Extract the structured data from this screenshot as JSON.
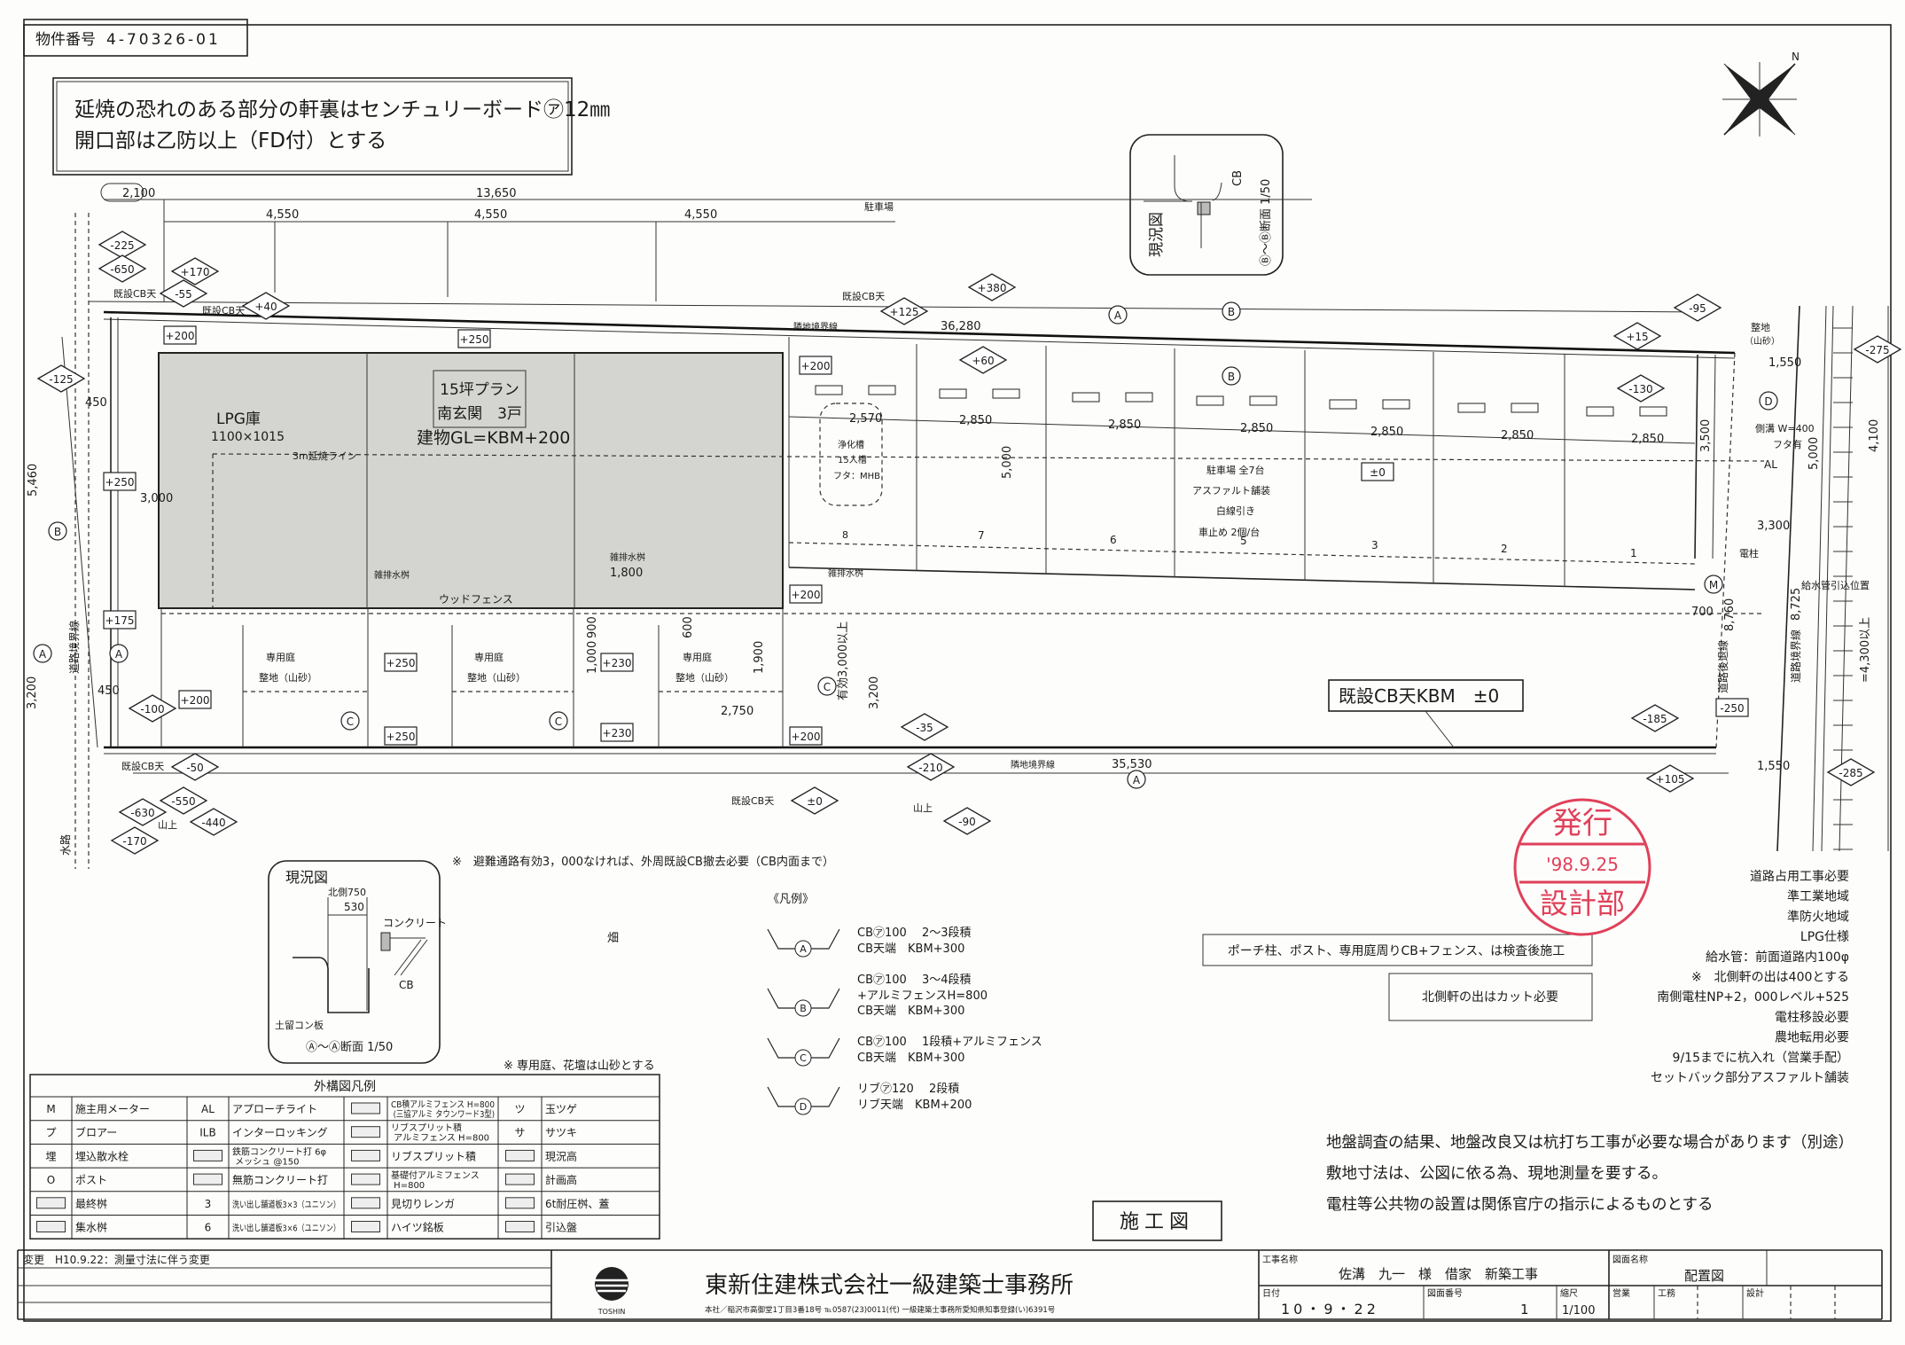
{
  "header": {
    "property_no_label": "物件番号",
    "property_no": "4-70326-01"
  },
  "notes_box": {
    "line1": "延焼の恐れのある部分の軒裏はセンチュリーボード㋐12㎜",
    "line2": "開口部は乙防以上（FD付）とする"
  },
  "compass": {
    "north": "N"
  },
  "section_bb": {
    "title": "現況図",
    "cb": "CB",
    "caption": "Ⓑ～Ⓑ断面 1/50"
  },
  "section_aa": {
    "title": "現況図",
    "width_top": "北側750",
    "width": "530",
    "concrete": "コンクリート",
    "cb": "CB",
    "retaining": "土留コン板",
    "caption": "Ⓐ～Ⓐ断面 1/50"
  },
  "plan": {
    "dims_h": [
      "2,100",
      "13,650",
      "4,550",
      "4,550",
      "4,550",
      "36,280",
      "35,530",
      "2,850",
      "2,850",
      "2,850",
      "2,850",
      "2,850",
      "2,850",
      "2,570",
      "3,000",
      "1,800",
      "2,750",
      "1,550",
      "1,550",
      "3,300",
      "700",
      "450",
      "450"
    ],
    "dims_v": [
      "5,460",
      "3,200",
      "5,000",
      "3,500",
      "5,000",
      "4,100",
      "8,760",
      "8,725",
      "=4,300以上",
      "有効3,000以上",
      "3,200",
      "1,900",
      "1,000",
      "900",
      "600"
    ],
    "levels_diamond": [
      "-225",
      "-650",
      "+170",
      "-55",
      "+40",
      "+380",
      "+125",
      "-95",
      "+15",
      "-275",
      "+60",
      "-130",
      "-125",
      "-100",
      "-35",
      "-185",
      "-50",
      "-210",
      "+105",
      "-285",
      "±0",
      "-90",
      "-550",
      "-630",
      "-440",
      "-170"
    ],
    "levels_boxed": [
      "+200",
      "+250",
      "+200",
      "+250",
      "+175",
      "+200",
      "+250",
      "+250",
      "+230",
      "+230",
      "+200",
      "+200",
      "±0",
      "-250"
    ],
    "labels": [
      "既設CB天",
      "既設CB天",
      "既設CB天",
      "既設CB天",
      "既設CB天",
      "山上",
      "山上",
      "駐車場",
      "隣地境界線",
      "隣地境界線",
      "LPG庫",
      "1100×1015",
      "3m延焼ライン",
      "建物GL=KBM+200",
      "ウッドフェンス",
      "雑排水桝",
      "雑排水桝",
      "雑排水桝",
      "専用庭",
      "整地（山砂）",
      "専用庭",
      "整地（山砂）",
      "専用庭",
      "整地（山砂）",
      "浄化槽",
      "15人槽",
      "フタ：MHB",
      "駐車場 全7台",
      "アスファルト舗装",
      "白線引き",
      "車止め 2個/台",
      "7",
      "6",
      "5",
      "3",
      "2",
      "1",
      "8",
      "整地",
      "（山砂）",
      "側溝 W=400",
      "フタ有",
      "AL",
      "電柱",
      "給水管引込位置",
      "畑"
    ],
    "vlabels": [
      "道路境界線",
      "水路",
      "道路後退線",
      "道路境界線"
    ],
    "markers": [
      "A",
      "A",
      "B",
      "B",
      "D",
      "C",
      "C",
      "C",
      "A",
      "A",
      "B",
      "M"
    ],
    "plan_box": {
      "line1": "15坪プラン",
      "line2": "南玄関　3戸"
    },
    "kbm_box": "既設CB天KBM　±0"
  },
  "notes": {
    "evac": "※　避難通路有効3，000なければ、外周既設CB撤去必要（CB内面まで）",
    "garden": "※ 専用庭、花壇は山砂とする",
    "porch": "ポーチ柱、ポスト、専用庭周りCB+フェンス、は検査後施工",
    "eaves_cut": "北側軒の出はカット必要",
    "right_list": [
      "道路占用工事必要",
      "準工業地域",
      "準防火地域",
      "LPG仕様",
      "給水管：前面道路内100φ",
      "※　北側軒の出は400とする",
      "南側電柱NP+2，000レベル+525",
      "電柱移設必要",
      "農地転用必要",
      "9/15までに杭入れ（営業手配）",
      "セットバック部分アスファルト舗装"
    ],
    "bottom": [
      "地盤調査の結果、地盤改良又は杭打ち工事が必要な場合があります（別途）",
      "敷地寸法は、公図に依る為、現地測量を要する。",
      "電柱等公共物の設置は関係官庁の指示によるものとする"
    ]
  },
  "fence_legend": {
    "title": "《凡例》",
    "items": [
      {
        "symbol": "A",
        "lines": [
          "CB㋐100　 2～3段積",
          "CB天端　KBM+300"
        ]
      },
      {
        "symbol": "B",
        "lines": [
          "CB㋐100　 3～4段積",
          " +アルミフェンスH=800",
          "CB天端　KBM+300"
        ]
      },
      {
        "symbol": "C",
        "lines": [
          "CB㋐100　 1段積+アルミフェンス",
          "CB天端　KBM+300"
        ]
      },
      {
        "symbol": "D",
        "lines": [
          "リブ㋐120　 2段積",
          "リブ天端　KBM+200"
        ]
      }
    ]
  },
  "legend_table": {
    "title": "外構図凡例",
    "rows": [
      [
        {
          "sym": "M",
          "label": "施主用メーター"
        },
        {
          "sym": "AL",
          "label": "アプローチライト"
        },
        {
          "sym": "",
          "label": "CB積アルミフェンス H=800 (三協アルミ タウンワード3型)"
        },
        {
          "sym": "ツ",
          "label": "玉ツゲ"
        }
      ],
      [
        {
          "sym": "プ",
          "label": "ブロアー"
        },
        {
          "sym": "ILB",
          "label": "インターロッキング"
        },
        {
          "sym": "",
          "label": "リブスプリット積 アルミフェンス H=800"
        },
        {
          "sym": "サ",
          "label": "サツキ"
        }
      ],
      [
        {
          "sym": "埋",
          "label": "埋込散水栓"
        },
        {
          "sym": "",
          "label": "鉄筋コンクリート打 6φ メッシュ @150"
        },
        {
          "sym": "",
          "label": "リブスプリット積"
        },
        {
          "sym": "",
          "label": "現況高"
        }
      ],
      [
        {
          "sym": "O",
          "label": "ポスト"
        },
        {
          "sym": "",
          "label": "無筋コンクリート打"
        },
        {
          "sym": "",
          "label": "基礎付アルミフェンス H=800"
        },
        {
          "sym": "",
          "label": "計画高"
        }
      ],
      [
        {
          "sym": "",
          "label": "最終桝"
        },
        {
          "sym": "3",
          "label": "洗い出し舗道板3×3（ユニソン）"
        },
        {
          "sym": "",
          "label": "見切りレンガ"
        },
        {
          "sym": "",
          "label": "6t耐圧桝、蓋"
        }
      ],
      [
        {
          "sym": "",
          "label": "集水桝"
        },
        {
          "sym": "6",
          "label": "洗い出し舗道板3×6（ユニソン）"
        },
        {
          "sym": "",
          "label": "ハイツ銘板"
        },
        {
          "sym": "",
          "label": "引込盤"
        }
      ]
    ]
  },
  "stamp": {
    "top": "発行",
    "date": "'98.9.25",
    "bottom": "設計部"
  },
  "construction_stamp": "施工図",
  "title_block": {
    "change_log": [
      "変更　H10.9.22：測量寸法に伴う変更",
      "",
      "",
      ""
    ],
    "logo_text": "TOSHIN",
    "company": "東新住建株式会社一級建築士事務所",
    "address": "本社／稲沢市高御堂1丁目3番18号 ℡0587(23)0011(代) 一級建築士事務所愛知県知事登録(い)6391号",
    "project_label": "工事名称",
    "project": "佐溝　九一　様　借家　新築工事",
    "drawing_name_label": "図面名称",
    "drawing_name": "配置図",
    "date_label": "日付",
    "date": "10・9・22",
    "drawing_no_label": "図面番号",
    "drawing_no": "1",
    "scale_label": "縮尺",
    "scale": "1/100",
    "sales_label": "営業",
    "works_label": "工務",
    "design_label": "設計"
  }
}
